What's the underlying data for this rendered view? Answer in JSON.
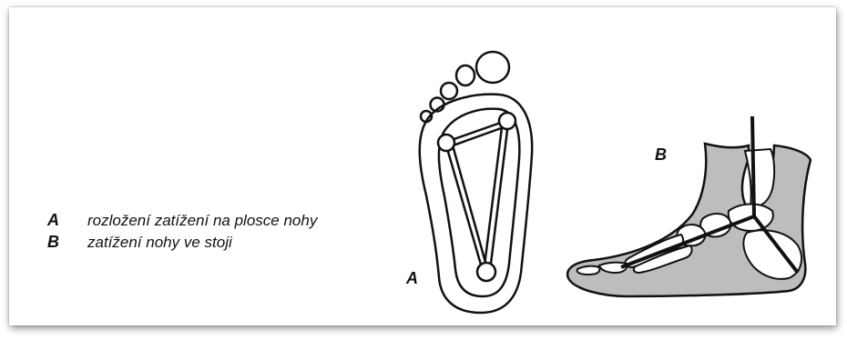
{
  "legend": {
    "items": [
      {
        "key": "A",
        "text": "rozložení zatížení na plosce nohy"
      },
      {
        "key": "B",
        "text": "zatížení nohy ve stoji"
      }
    ]
  },
  "figures": {
    "a_label": "A",
    "b_label": "B"
  },
  "colors": {
    "ink": "#111111",
    "shade": "#bdbdbd"
  }
}
